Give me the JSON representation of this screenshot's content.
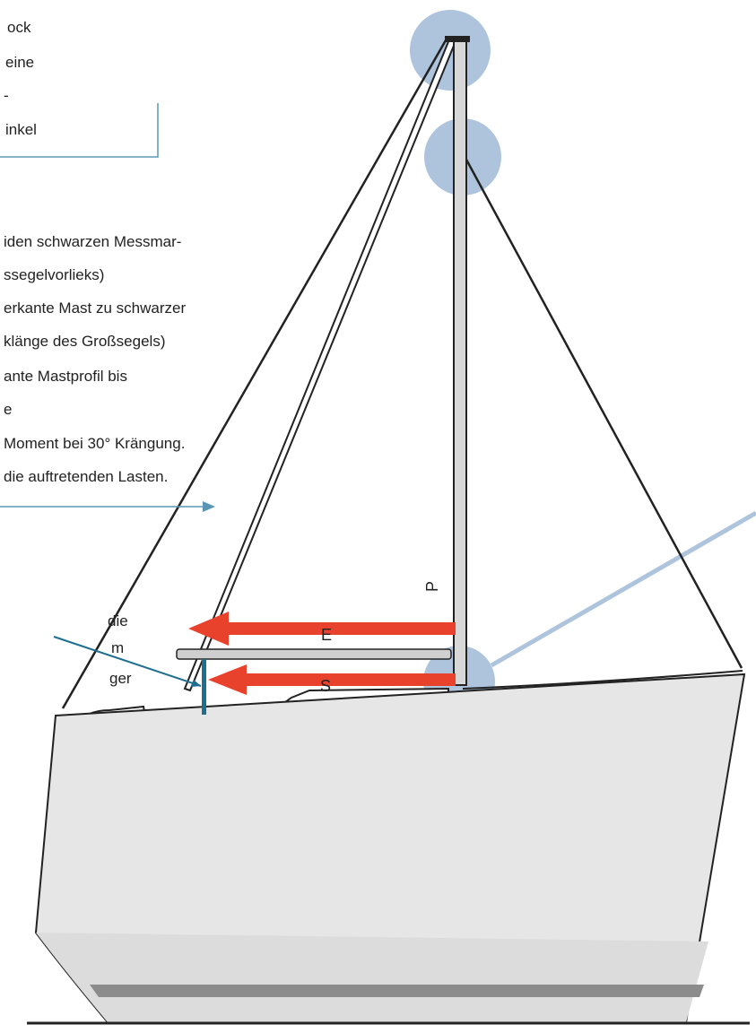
{
  "intro_lines": [
    "ock",
    "eine",
    "-"
  ],
  "callout_box_text": "inkel",
  "legend_lines": [
    "iden schwarzen Messmar-",
    "ssegelvorlieks)",
    "erkante Mast zu schwarzer",
    "klänge des Großsegels)",
    "ante Mastprofil bis",
    "e",
    "Moment bei 30° Krängung.",
    "die auftretenden Lasten."
  ],
  "bottom_note_lines": [
    "die",
    "m",
    "ger"
  ],
  "labels": {
    "p": "P",
    "e": "E",
    "s": "S"
  },
  "colors": {
    "arrow_red": "#e8412c",
    "highlight_circle": "#adc4dc",
    "callout_line": "#5b95b5",
    "pointer_blue": "#1f6e8f",
    "hull": "#e6e6e6",
    "hull_stripe": "#8c8c8c"
  }
}
